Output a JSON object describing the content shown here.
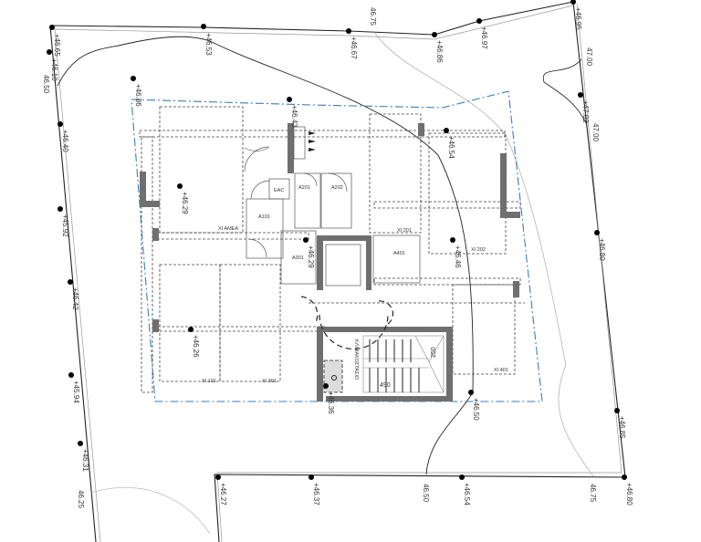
{
  "drawing": {
    "title": "Site plan / ground floor",
    "colors": {
      "setback_line": "#3b7fb8",
      "walls": "#6f6f6f",
      "lines": "#222222",
      "contours": "#9a9a9a"
    },
    "spot_levels": [
      "+46.65",
      "+46.10",
      "+46.53",
      "+46.67",
      "+46.86",
      "+46.97",
      "+46.95",
      "+47.02",
      "+46.80",
      "+46.40",
      "+45.92",
      "+46.42",
      "+45.94",
      "+46.31",
      "+46.86",
      "+46.43",
      "+46.29",
      "+46.29",
      "+46.54",
      "+46.46",
      "+46.26",
      "+46.36",
      "+46.50",
      "+46.85",
      "+46.80",
      "+46.54",
      "+46.27",
      "+46.37"
    ],
    "contours": [
      "46.50",
      "46.75",
      "47.00",
      "47.00",
      "46.25",
      "46.50",
      "46.75"
    ],
    "rooms": [
      "EAC",
      "A201",
      "A202",
      "A101",
      "XI AMEA",
      "A301",
      "A401",
      "XI 201",
      "XI 202",
      "XI 101",
      "XI 301",
      "XI 401",
      "ΚΛΙΜΑΚΟΣΤΑΣΙΟ"
    ],
    "dimensions": [
      "490",
      "250"
    ]
  }
}
